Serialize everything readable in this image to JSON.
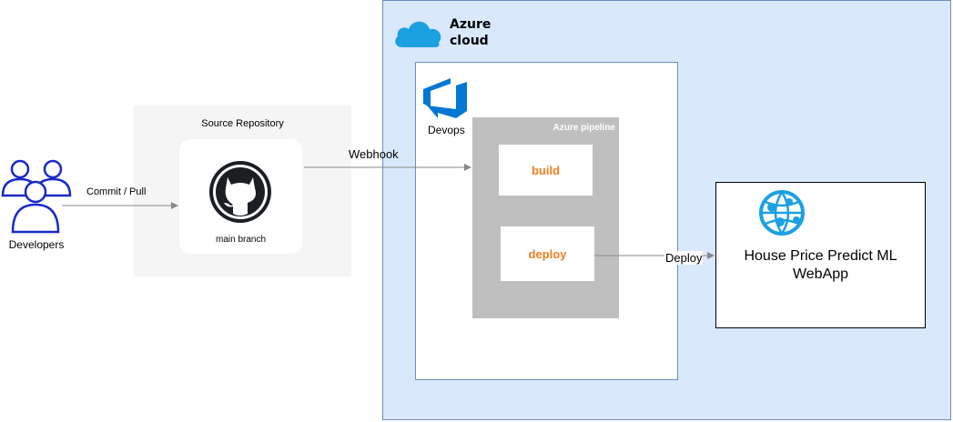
{
  "cloud": {
    "title": "Azure\ncloud",
    "icon": "azure-cloud-icon"
  },
  "devops": {
    "label": "Devops",
    "icon": "azure-devops-icon"
  },
  "pipeline": {
    "title": "Azure pipeline",
    "build": "build",
    "deploy": "deploy"
  },
  "repository": {
    "title": "Source Repository",
    "branch": "main branch",
    "icon": "github-icon"
  },
  "developers": {
    "label": "Developers",
    "icon": "users-icon"
  },
  "edges": {
    "commit": "Commit / Pull",
    "webhook": "Webhook",
    "deploy": "Deploy"
  },
  "webapp": {
    "label": "House Price Predict ML WebApp",
    "icon": "web-app-globe-icon"
  },
  "colors": {
    "cloud_fill": "#dae8fc",
    "cloud_border": "#6c8ebf",
    "stage_text": "#f07d1c",
    "pipeline_fill": "#bfbfbf",
    "developer_icon": "#1a29c8",
    "azure_icon": "#1ba1e2"
  }
}
